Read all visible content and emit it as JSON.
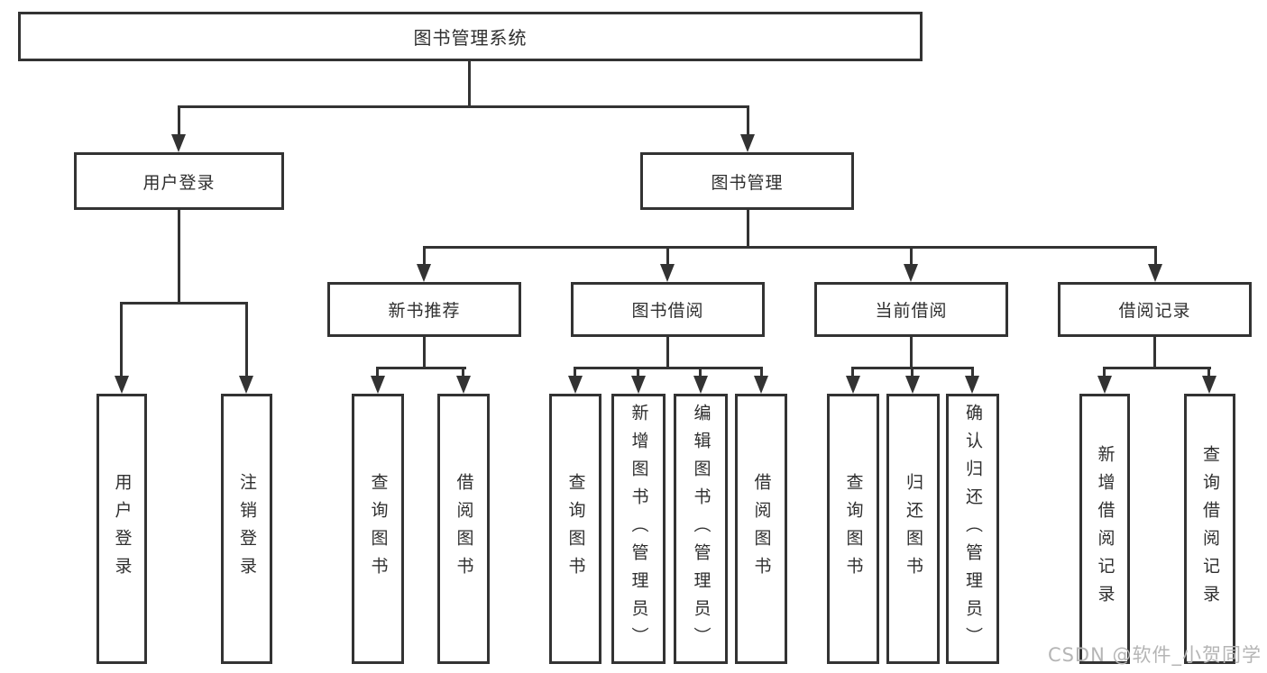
{
  "diagram": {
    "title": "图书管理系统",
    "type": "function-structure-tree",
    "root": {
      "label": "图书管理系统"
    },
    "branches": [
      {
        "label": "用户登录",
        "children": [
          {
            "label": "用户登录"
          },
          {
            "label": "注销登录"
          }
        ]
      },
      {
        "label": "图书管理",
        "children": [
          {
            "label": "新书推荐",
            "children": [
              {
                "label": "查询图书"
              },
              {
                "label": "借阅图书"
              }
            ]
          },
          {
            "label": "图书借阅",
            "children": [
              {
                "label": "查询图书"
              },
              {
                "label": "新增图书（管理员）"
              },
              {
                "label": "编辑图书（管理员）"
              },
              {
                "label": "借阅图书"
              }
            ]
          },
          {
            "label": "当前借阅",
            "children": [
              {
                "label": "查询图书"
              },
              {
                "label": "归还图书"
              },
              {
                "label": "确认归还（管理员）"
              }
            ]
          },
          {
            "label": "借阅记录",
            "children": [
              {
                "label": "新增借阅记录"
              },
              {
                "label": "查询借阅记录"
              }
            ]
          }
        ]
      }
    ],
    "colors": {
      "line": "#333333",
      "text": "#2f2f2f",
      "background": "#ffffff",
      "watermark": "#b5b5b5"
    }
  },
  "watermark": {
    "text": "CSDN @软件_小贺同学"
  }
}
